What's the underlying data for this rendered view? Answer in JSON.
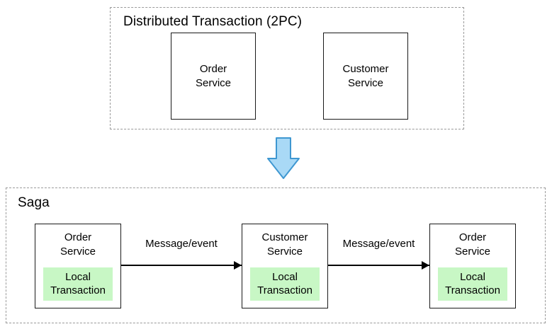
{
  "top_panel": {
    "title": "Distributed Transaction (2PC)",
    "boxes": [
      {
        "label": "Order\nService"
      },
      {
        "label": "Customer\nService"
      }
    ]
  },
  "arrow": {
    "direction": "down",
    "fill": "#A9D9F6",
    "stroke": "#3E97D1"
  },
  "saga_panel": {
    "title": "Saga",
    "nodes": [
      {
        "label": "Order\nService",
        "sub_label": "Local\nTransaction"
      },
      {
        "label": "Customer\nService",
        "sub_label": "Local\nTransaction"
      },
      {
        "label": "Order\nService",
        "sub_label": "Local\nTransaction"
      }
    ],
    "edges": [
      {
        "label": "Message/event"
      },
      {
        "label": "Message/event"
      }
    ],
    "colors": {
      "local_transaction_bg": "#C8F7C5",
      "box_border": "#1a1a1a",
      "panel_border_dashed": "#9a9a9a"
    }
  }
}
